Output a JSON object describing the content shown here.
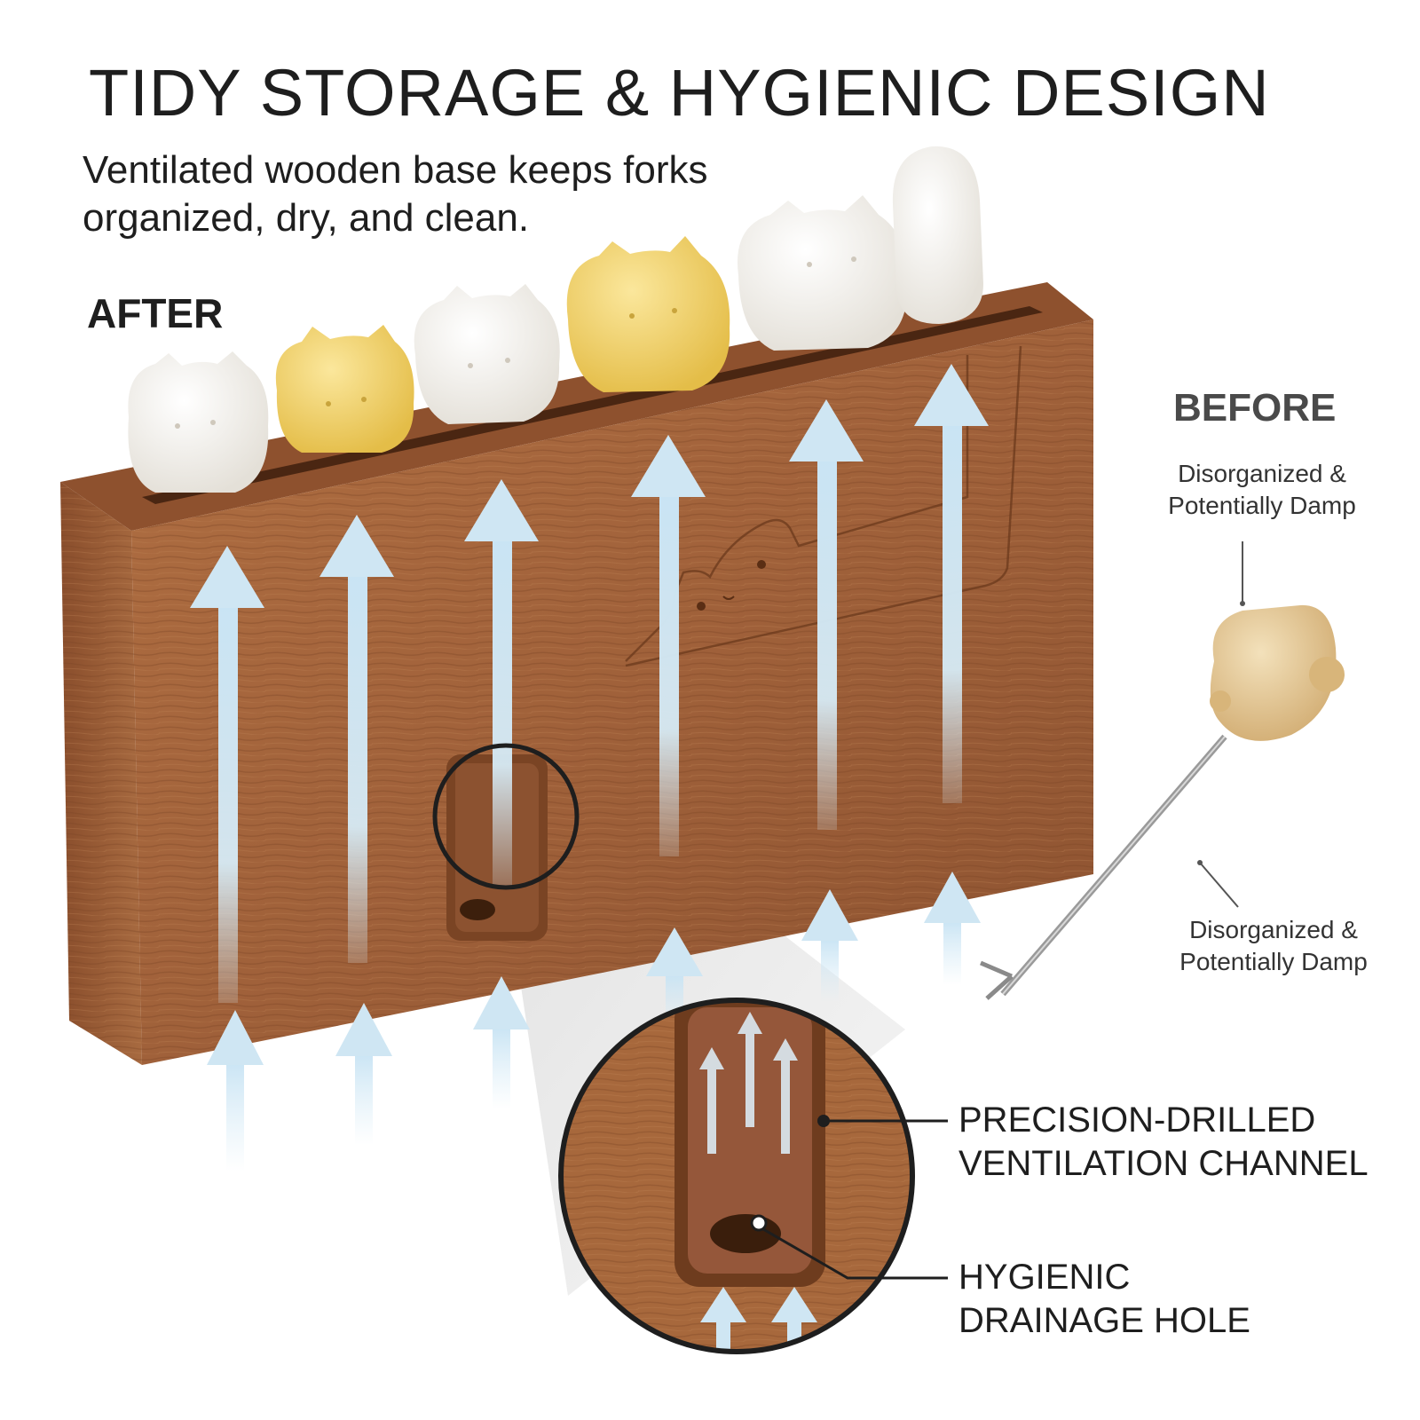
{
  "headline": "TIDY STORAGE & HYGIENIC DESIGN",
  "subheadline": {
    "line1": "Ventilated wooden base keeps forks",
    "line2": "organized, dry, and clean."
  },
  "after_label": "AFTER",
  "before_label": "BEFORE",
  "before_notes": [
    {
      "line1": "Disorganized &",
      "line2": "Potentially Damp"
    },
    {
      "line1": "Disorganized &",
      "line2": "Potentially Damp"
    }
  ],
  "callouts": [
    {
      "line1": "PRECISION-DRILLED",
      "line2": "VENTILATION CHANNEL"
    },
    {
      "line1": "HYGIENIC",
      "line2": "DRAINAGE HOLE"
    }
  ],
  "colors": {
    "wood": "#a0633a",
    "wood_dark": "#7a4424",
    "airflow": "#cfe6f3",
    "fork_white": "#f3f0ea",
    "fork_yellow": "#f0cf62",
    "fork_beige": "#e2c58f"
  }
}
